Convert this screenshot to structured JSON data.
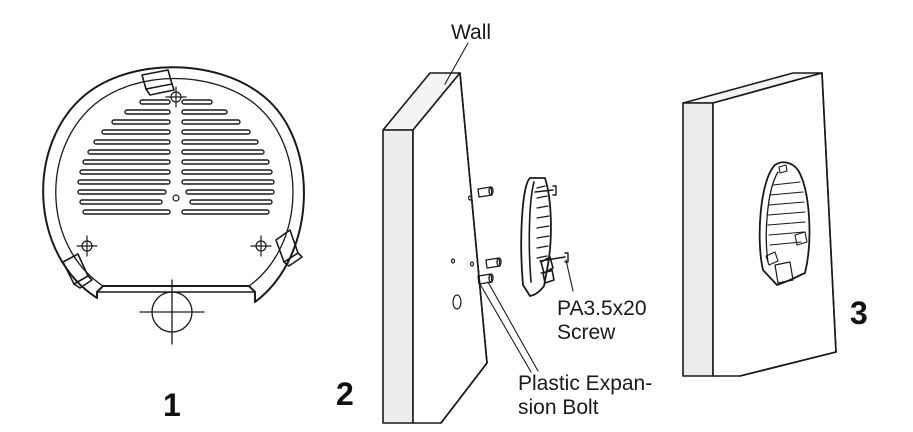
{
  "labels": {
    "wall": "Wall",
    "screw_line1": "PA3.5x20",
    "screw_line2": "Screw",
    "bolt_line1": "Plastic Expan-",
    "bolt_line2": "sion Bolt"
  },
  "steps": {
    "one": "1",
    "two": "2",
    "three": "3"
  },
  "colors": {
    "line": "#1a1a1a",
    "wall_side": "#e6e6e6",
    "background": "#ffffff"
  }
}
